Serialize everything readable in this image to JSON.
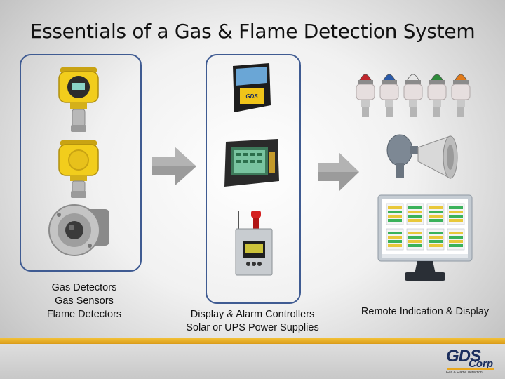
{
  "title": "Essentials of a Gas & Flame Detection System",
  "groups": {
    "detectors": {
      "lines": [
        "Gas Detectors",
        "Gas Sensors",
        "Flame Detectors"
      ]
    },
    "controllers": {
      "lines": [
        "Display & Alarm Controllers",
        "Solar or UPS Power Supplies"
      ]
    },
    "remote": {
      "lines": [
        "Remote Indication & Display"
      ]
    }
  },
  "logo": {
    "main": "GDS",
    "sub": "Corp",
    "tagline": "Gas & Flame Detection"
  },
  "colors": {
    "box_border": "#3f5b92",
    "accent": "#e8a61d",
    "arrow": "#999999"
  },
  "strobe_colors": [
    "#c0272d",
    "#2b5aa8",
    "#e6e6e6",
    "#2d8a3a",
    "#e07a1a"
  ],
  "icons": [
    "gas-detector-display-icon",
    "gas-sensor-icon",
    "flame-detector-icon",
    "controller-panel-icon",
    "alarm-controller-icon",
    "solar-power-controller-icon",
    "strobe-light-icon",
    "horn-speaker-icon",
    "monitor-display-icon",
    "arrow-right-icon"
  ]
}
